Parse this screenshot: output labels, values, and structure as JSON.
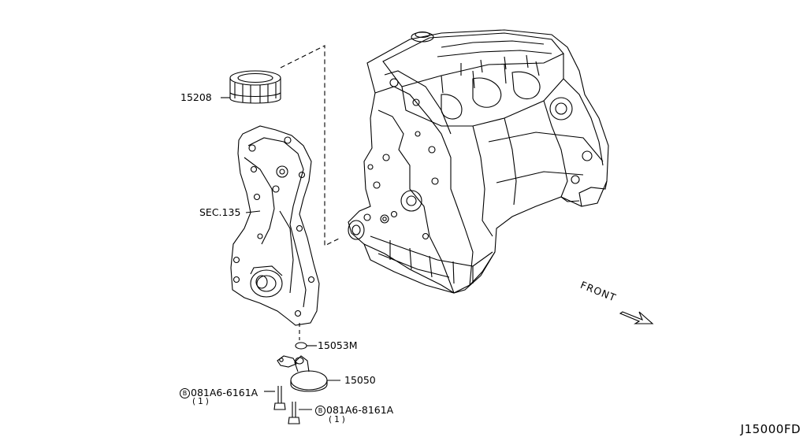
{
  "parts": {
    "oil_filter": "15208",
    "front_cover": "SEC.135",
    "o_ring": "15053M",
    "strainer": "15050",
    "bolt_1": {
      "badge": "B",
      "number": "081A6-6161A",
      "qty": "(1)"
    },
    "bolt_2": {
      "badge": "B",
      "number": "081A6-8161A",
      "qty": "(1)"
    }
  },
  "front_label": "FRONT",
  "drawing_number": "J15000FD"
}
